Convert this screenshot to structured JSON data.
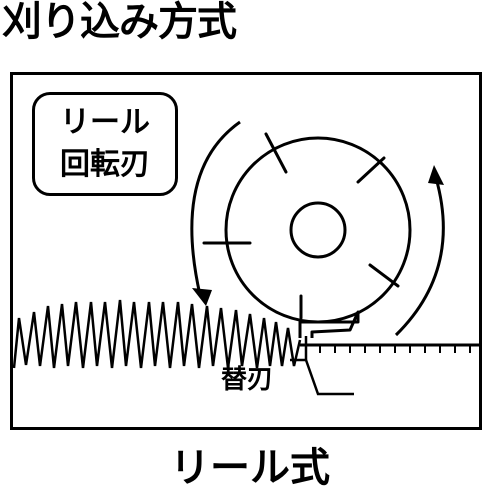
{
  "title": "刈り込み方式",
  "caption": "リール式",
  "reel_label": {
    "line1": "リール",
    "line2": "回転刃"
  },
  "blade_label": "替刃",
  "colors": {
    "line": "#000000",
    "background": "#ffffff"
  }
}
